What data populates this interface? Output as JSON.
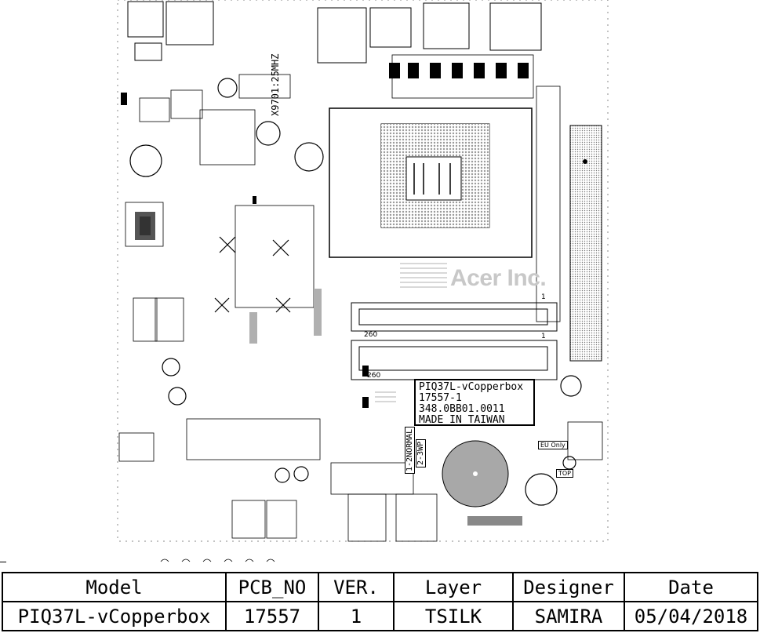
{
  "board": {
    "label_lines": [
      "PIQ37L-vCopperbox",
      "17557-1",
      "348.0BB01.0011",
      "MADE IN TAIWAN"
    ],
    "silk_brand": "Acer Inc.",
    "crystal_label": "X9701:25MHZ",
    "eu_mark": "EU Only",
    "top_mark": "TOP",
    "wp_mark": "2-3WP",
    "normal_mark": "1-2NORMAL",
    "slot_marks": [
      "260",
      "260",
      "1",
      "1"
    ],
    "mark_colors": {
      "ink": "#000000",
      "grey": "#9a9a9a",
      "cpu": "#b4b4b4",
      "logo": "#c8c8c8"
    }
  },
  "title_block": {
    "headers": [
      "Model",
      "PCB_NO",
      "VER.",
      "Layer",
      "Designer",
      "Date"
    ],
    "values": [
      "PIQ37L-vCopperbox",
      "17557",
      "1",
      "TSILK",
      "SAMIRA",
      "05/04/2018"
    ]
  }
}
